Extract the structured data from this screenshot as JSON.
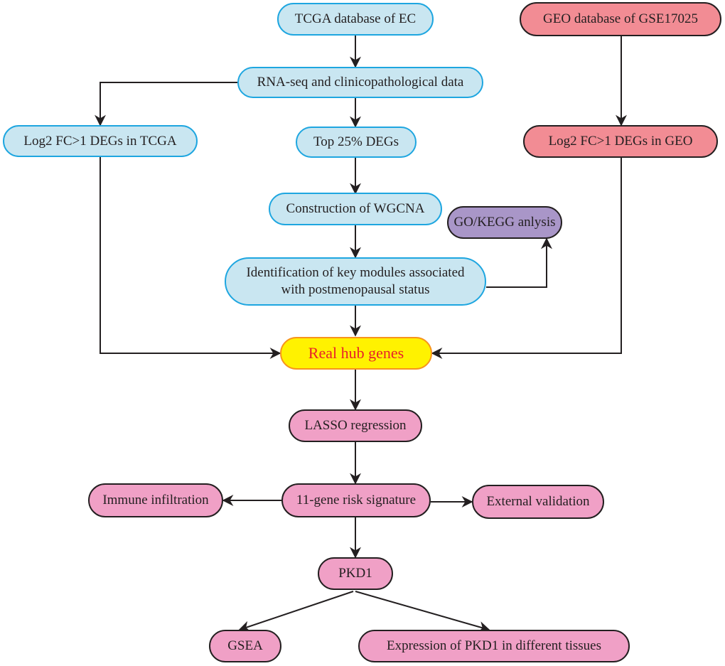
{
  "diagram": {
    "nodes": [
      {
        "id": "tcga",
        "label": "TCGA database of EC",
        "style": "blue"
      },
      {
        "id": "rnaseq",
        "label": "RNA-seq and clinicopathological data",
        "style": "blue"
      },
      {
        "id": "log2tcga",
        "label": "Log2 FC>1 DEGs in TCGA",
        "style": "blue"
      },
      {
        "id": "top25",
        "label": "Top 25% DEGs",
        "style": "blue"
      },
      {
        "id": "wgcna",
        "label": "Construction of WGCNA",
        "style": "blue"
      },
      {
        "id": "keymod",
        "label": "Identification of key modules associated with postmenopausal status",
        "label_lines": [
          "Identification of key modules associated",
          "with postmenopausal status"
        ],
        "style": "blue"
      },
      {
        "id": "geo",
        "label": "GEO database of GSE17025",
        "style": "red"
      },
      {
        "id": "log2geo",
        "label": "Log2 FC>1 DEGs in GEO",
        "style": "red"
      },
      {
        "id": "gokegg",
        "label": "GO/KEGG anlysis",
        "style": "purple"
      },
      {
        "id": "hub",
        "label": "Real hub genes",
        "style": "yellow"
      },
      {
        "id": "lasso",
        "label": "LASSO regression",
        "style": "pink"
      },
      {
        "id": "risk",
        "label": "11-gene risk signature",
        "style": "pink"
      },
      {
        "id": "immune",
        "label": "Immune infiltration",
        "style": "pink"
      },
      {
        "id": "external",
        "label": "External validation",
        "style": "pink"
      },
      {
        "id": "pkd1",
        "label": "PKD1",
        "style": "pink"
      },
      {
        "id": "gsea",
        "label": "GSEA",
        "style": "pink"
      },
      {
        "id": "expr",
        "label": "Expression of PKD1 in different tissues",
        "style": "pink"
      }
    ],
    "edges": [
      {
        "from": "tcga",
        "to": "rnaseq"
      },
      {
        "from": "rnaseq",
        "to": "top25"
      },
      {
        "from": "rnaseq",
        "to": "log2tcga"
      },
      {
        "from": "top25",
        "to": "wgcna"
      },
      {
        "from": "wgcna",
        "to": "keymod"
      },
      {
        "from": "keymod",
        "to": "gokegg"
      },
      {
        "from": "keymod",
        "to": "hub"
      },
      {
        "from": "log2tcga",
        "to": "hub"
      },
      {
        "from": "geo",
        "to": "log2geo"
      },
      {
        "from": "log2geo",
        "to": "hub"
      },
      {
        "from": "hub",
        "to": "lasso"
      },
      {
        "from": "lasso",
        "to": "risk"
      },
      {
        "from": "risk",
        "to": "immune"
      },
      {
        "from": "risk",
        "to": "external"
      },
      {
        "from": "risk",
        "to": "pkd1"
      },
      {
        "from": "pkd1",
        "to": "gsea"
      },
      {
        "from": "pkd1",
        "to": "expr"
      }
    ],
    "colors": {
      "blue_fill": "#c9e6f1",
      "blue_border": "#1ea6e0",
      "red_fill": "#f28c94",
      "purple_fill": "#a996c8",
      "pink_fill": "#f0a0c6",
      "yellow_fill": "#fff200",
      "yellow_border": "#f7941d",
      "hub_text": "#e8212a"
    }
  }
}
